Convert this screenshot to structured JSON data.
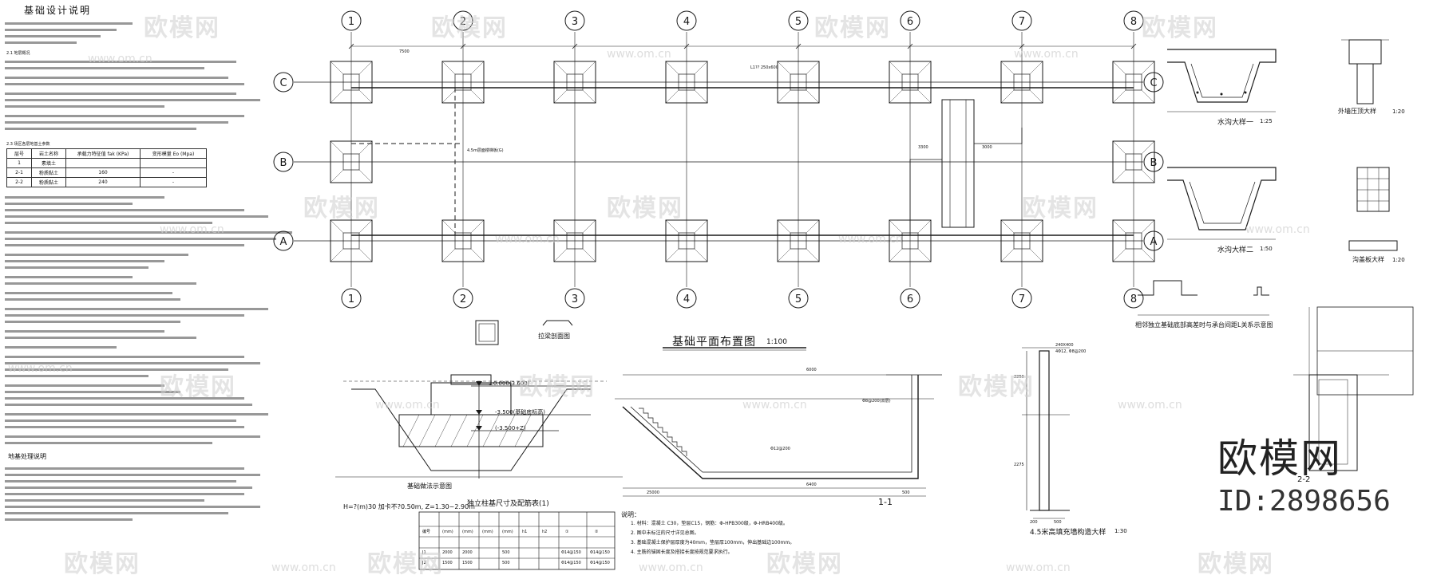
{
  "notes": {
    "title": "基础设计说明",
    "headings": {
      "foundation_layer": "2.1 地层概况",
      "soil_table_title": "2.3 场区各层地基土参数",
      "treatment": "地基处理说明"
    },
    "soil_table": {
      "headers": [
        "层号",
        "岩土名称",
        "承载力特征值 fak (KPa)",
        "变形模量 Eo (Mpa)"
      ],
      "rows": [
        [
          "1",
          "素填土",
          "",
          ""
        ],
        [
          "2-1",
          "粉质黏土",
          "160",
          "-"
        ],
        [
          "2-2",
          "粉质黏土",
          "240",
          "-"
        ]
      ]
    }
  },
  "grid": {
    "columns": [
      "1",
      "2",
      "3",
      "4",
      "5",
      "6",
      "7",
      "8"
    ],
    "rows": [
      "C",
      "B",
      "A"
    ]
  },
  "plan": {
    "title": "基础平面布置图",
    "scale": "1:100",
    "beam_label": "L1?? 250x600",
    "slab_label": "4.5m层面楼梯板(G)",
    "dims": [
      "7500",
      "3300",
      "3000"
    ]
  },
  "details": {
    "gutter1": {
      "title": "水沟大样一",
      "scale": "1:25"
    },
    "gutter2": {
      "title": "水沟大样二",
      "scale": "1:50"
    },
    "outer_wall": {
      "title": "外墙压顶大样",
      "scale": "1:20"
    },
    "slab": {
      "title": "沟盖板大样",
      "scale": "1:20"
    },
    "pit_note": "相邻独立基础底部高差时与承台间距L关系示意图",
    "section_11": {
      "title": "1-1",
      "dims": [
        "6000",
        "6400",
        "25000",
        "500"
      ],
      "rebar": [
        "Φ12@200",
        "Φ8@200(双层)"
      ]
    },
    "stair": {
      "title": "4.5米高填充墙构造大样",
      "scale": "1:30",
      "dims": [
        "2250",
        "2275",
        "200",
        "500"
      ],
      "beams": [
        "240X400",
        "4Φ12, Φ8@200"
      ]
    },
    "footing": {
      "title": "基础做法示意图",
      "text1": "H=?(m)30 加卡不?0.50m, Z=1.30~2.90m",
      "elevations": [
        "±0.000(3.600)",
        "-3.500(基础底标高)",
        "(-3.500+Z)"
      ]
    },
    "bracket": {
      "label": "拉梁剖面图"
    },
    "corner": {
      "label": "2-2"
    }
  },
  "schedule": {
    "title": "独立柱基尺寸及配筋表(1)",
    "headers": [
      "编号",
      "(mm)",
      "(mm)",
      "(mm)",
      "(mm)",
      "h1",
      "h2",
      "①",
      "②"
    ],
    "rows": [
      [
        "J1",
        "2000",
        "2000",
        "",
        "500",
        "",
        "",
        "Φ14@150",
        "Φ14@150"
      ],
      [
        "J2",
        "1500",
        "1500",
        "",
        "500",
        "",
        "",
        "Φ14@150",
        "Φ14@150"
      ]
    ]
  },
  "general_notes": {
    "title": "说明：",
    "lines": [
      "1. 材料：混凝土 C30，垫层C15，钢筋：Φ-HPB300级，Φ-HRB400级。",
      "2. 图中未标注的尺寸详见总图。",
      "3. 基础混凝土保护层厚度为40mm，垫层厚100mm，伸出基础边100mm。",
      "4. 主筋的锚固长度及搭接长度按规范要求执行。"
    ]
  },
  "watermark": {
    "brand": "欧模网",
    "url": "www.om.cn",
    "brand_large": "欧模网",
    "id": "ID:2898656"
  },
  "colors": {
    "line": "#1a1a1a",
    "watermark": "#c8c8c8",
    "background": "#ffffff"
  }
}
